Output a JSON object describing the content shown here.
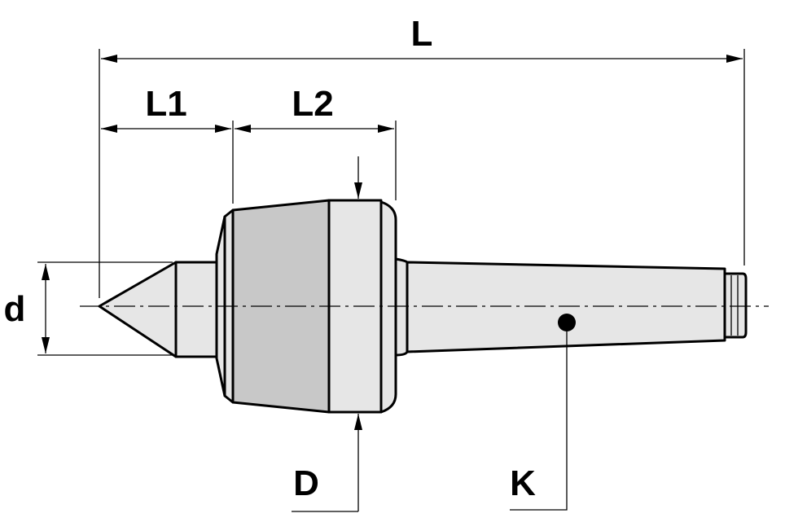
{
  "labels": {
    "overall_length": "L",
    "length_1": "L1",
    "length_2": "L2",
    "point_diameter": "d",
    "body_diameter": "D",
    "taper": "K"
  },
  "colors": {
    "line": "#000000",
    "body_fill": "#c8c8c8",
    "light_fill": "#e6e6e6",
    "background": "#ffffff"
  }
}
